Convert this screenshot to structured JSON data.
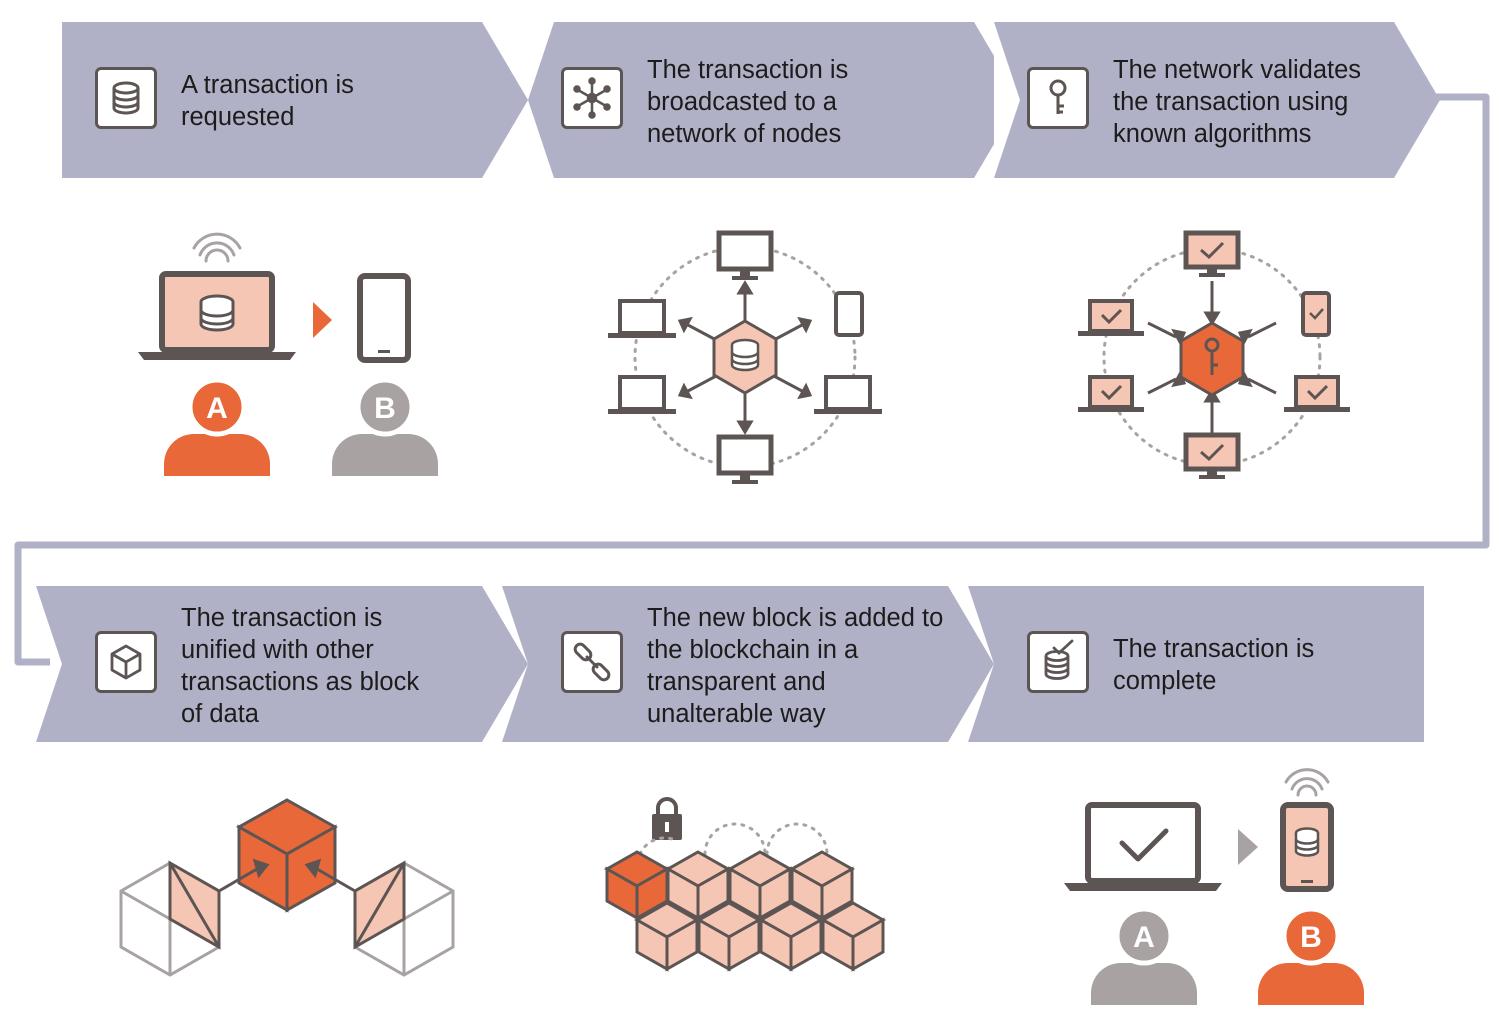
{
  "colors": {
    "banner": "#b0b1c6",
    "connector": "#b0b1c6",
    "orange": "#e9683a",
    "peach": "#f6c6b4",
    "dark": "#5d5553",
    "gray": "#a8a3a2"
  },
  "steps": [
    {
      "text": "A transaction is requested",
      "icon": "database-icon"
    },
    {
      "text": "The transaction is broadcasted to a network of nodes",
      "icon": "network-node-icon"
    },
    {
      "text": "The network validates the transaction using known algorithms",
      "icon": "key-icon"
    },
    {
      "text": "The transaction is unified with other transactions as block of data",
      "icon": "cube-icon"
    },
    {
      "text": "The new block is added to the blockchain in a transparent and unalterable way",
      "icon": "chain-link-icon"
    },
    {
      "text": "The transaction is complete",
      "icon": "database-check-icon"
    }
  ],
  "users": {
    "a_label": "A",
    "b_label": "B"
  }
}
